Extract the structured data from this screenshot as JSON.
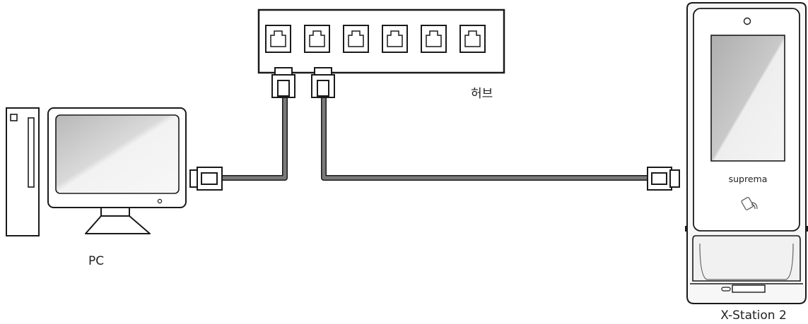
{
  "labels": {
    "hub": "허브",
    "pc": "PC",
    "device": "X-Station 2",
    "brand": "suprema"
  },
  "hub": {
    "port_count": 6
  },
  "icons": {
    "card_reader": "nfc-card-icon",
    "camera": "camera-icon"
  },
  "colors": {
    "outline": "#1a1a1a",
    "cable": "#7a7a7a",
    "screen_dark": "#b5b5b5",
    "screen_light": "#ededed",
    "device_body": "#f7f7f7"
  }
}
